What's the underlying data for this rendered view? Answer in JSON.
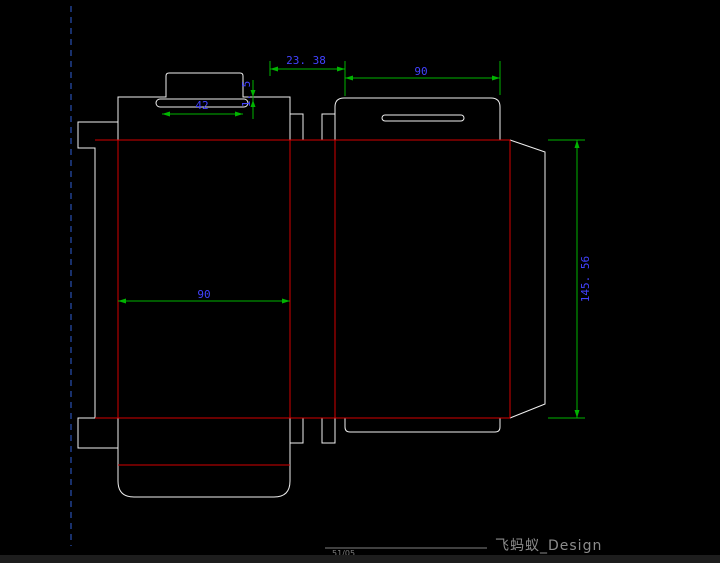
{
  "window": {
    "type": "cad-dieline-drawing",
    "watermark_text": "飞蚂蚁_Design",
    "title_block_text": "51/05"
  },
  "colors": {
    "background": "#000000",
    "cut": "#f0f0f0",
    "crease": "#d40000",
    "dimension": "#00b400",
    "dim_text": "#4242ff",
    "guide": "#2f5fd8",
    "watermark": "#8c8c8c",
    "title_block": "#7f7f7f",
    "taskbar": "#1d1d1d"
  },
  "dimensions": {
    "gap_top": "23. 38",
    "panel_right_width": "90",
    "tab_lip": "1. 5",
    "slot_width": "42",
    "panel_left_width": "90",
    "body_height": "145. 56"
  }
}
